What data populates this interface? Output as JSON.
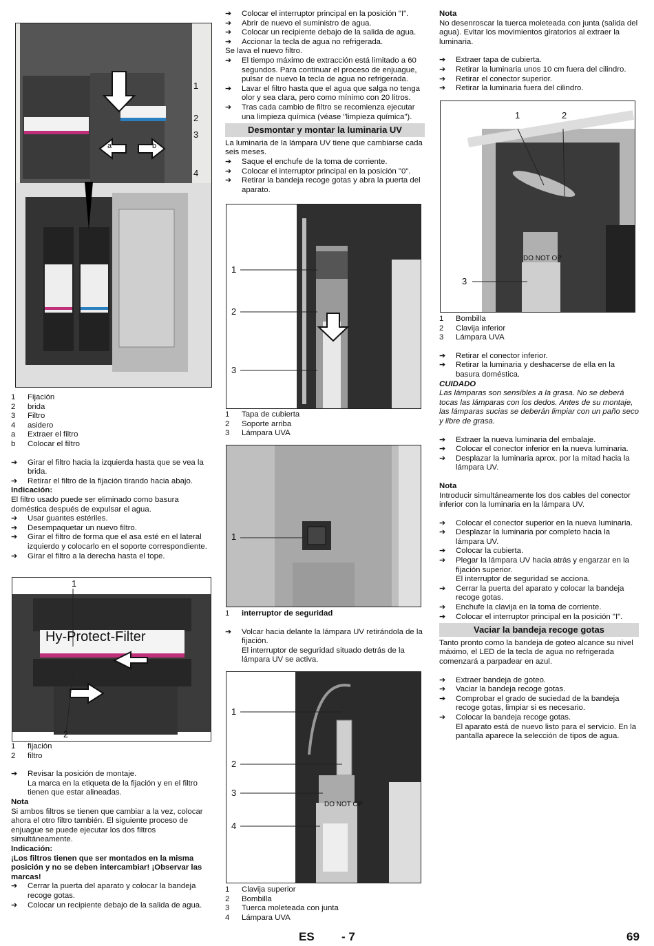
{
  "col1": {
    "fig1_labels": [
      "1",
      "2",
      "3",
      "4",
      "a",
      "b"
    ],
    "legend1": [
      {
        "n": "1",
        "t": "Fijación"
      },
      {
        "n": "2",
        "t": "brida"
      },
      {
        "n": "3",
        "t": "Filtro"
      },
      {
        "n": "4",
        "t": "asidero"
      },
      {
        "n": "a",
        "t": "Extraer el filtro"
      },
      {
        "n": "b",
        "t": "Colocar el filtro"
      }
    ],
    "steps1": [
      "Girar el filtro hacia la izquierda hasta que se vea la brida.",
      "Retirar el filtro de la fijación tirando hacia abajo."
    ],
    "indicacion_title": "Indicación:",
    "indicacion_text": "El filtro usado puede ser eliminado como basura doméstica después de expulsar el agua.",
    "steps2": [
      "Usar guantes estériles.",
      "Desempaquetar un nuevo filtro.",
      "Girar el filtro de forma que el asa esté en el lateral izquierdo y colocarlo en el soporte correspondiente.",
      "Girar el filtro a la derecha hasta el tope."
    ],
    "fig2_label_1": "1",
    "fig2_label_2": "2",
    "fig2_filter_text": "Hy-Protect-Filter",
    "legend2": [
      {
        "n": "1",
        "t": "fijación"
      },
      {
        "n": "2",
        "t": "filtro"
      }
    ],
    "step3": "Revisar la posición de montaje.",
    "step3_sub": "La marca en la etiqueta de la fijación y en el filtro tienen que estar alineadas.",
    "nota_title": "Nota",
    "nota_text": "Si ambos filtros se tienen que cambiar a la vez, colocar ahora el otro filtro también. El siguiente proceso de enjuague se puede ejecutar los dos filtros simultáneamente.",
    "indicacion2_title": "Indicación:",
    "indicacion2_text": "¡Los filtros tienen que ser montados en la misma posición y no se deben intercambiar! ¡Observar las marcas!",
    "steps4": [
      "Cerrar la puerta del aparato y colocar la bandeja recoge gotas.",
      "Colocar un recipiente debajo de la salida de agua."
    ]
  },
  "col2": {
    "steps1": [
      "Colocar el interruptor principal en la posición \"I\".",
      "Abrir de nuevo el suministro de agua.",
      "Colocar un recipiente debajo de la salida de agua.",
      "Accionar la tecla de agua no refrigerada."
    ],
    "lava": "Se lava el nuevo filtro.",
    "steps2": [
      "El tiempo máximo de extracción está limitado a 60 segundos. Para continuar el proceso de enjuague, pulsar de nuevo la tecla de agua no refrigerada.",
      "Lavar el filtro hasta que el agua que salga no tenga olor y sea clara, pero como mínimo con 20 litros.",
      "Tras cada cambio de filtro se recomienza ejecutar una limpieza química (véase \"limpieza química\")."
    ],
    "section_title": "Desmontar y montar la luminaria UV",
    "intro": "La luminaria de la lámpara UV tiene que cambiarse cada seis meses.",
    "steps3": [
      "Saque el enchufe de la toma de corriente.",
      "Colocar el interruptor principal en la posición \"0\".",
      "Retirar la bandeja recoge gotas y abra la puerta del aparato."
    ],
    "fig1_labels": [
      "1",
      "2",
      "3"
    ],
    "legend1": [
      {
        "n": "1",
        "t": "Tapa de cubierta"
      },
      {
        "n": "2",
        "t": "Soporte arriba"
      },
      {
        "n": "3",
        "t": "Lámpara UVA"
      }
    ],
    "fig2_labels": [
      "1"
    ],
    "legend2": [
      {
        "n": "1",
        "t": "interruptor de seguridad"
      }
    ],
    "step4": "Volcar hacia delante la lámpara UV retirándola de la fijación.",
    "step4_sub": "El interruptor de seguridad situado detrás de la lámpara UV se activa.",
    "fig3_labels": [
      "1",
      "2",
      "3",
      "4"
    ],
    "fig3_cap": "DO NOT OP",
    "legend3": [
      {
        "n": "1",
        "t": "Clavija superior"
      },
      {
        "n": "2",
        "t": "Bombilla"
      },
      {
        "n": "3",
        "t": "Tuerca moleteada con junta"
      },
      {
        "n": "4",
        "t": "Lámpara UVA"
      }
    ]
  },
  "col3": {
    "nota_title": "Nota",
    "nota_text": "No desenroscar la tuerca moleteada con junta (salida del agua). Evitar los movimientos giratorios al extraer la luminaria.",
    "steps1": [
      "Extraer tapa de cubierta.",
      "Retirar la luminaria unos 10 cm fuera del cilindro.",
      "Retirar el conector superior.",
      "Retirar la luminaria fuera del cilindro."
    ],
    "fig_labels": [
      "1",
      "2",
      "3"
    ],
    "fig_cap": "DO NOT OP",
    "legend": [
      {
        "n": "1",
        "t": "Bombilla"
      },
      {
        "n": "2",
        "t": "Clavija inferior"
      },
      {
        "n": "3",
        "t": "Lámpara UVA"
      }
    ],
    "steps2": [
      "Retirar el conector inferior.",
      "Retirar la luminaria y deshacerse de ella en la basura doméstica."
    ],
    "cuidado_title": "CUIDADO",
    "cuidado_text": "Las lámparas son sensibles a la grasa. No se deberá tocas las lámparas con los dedos. Antes de su montaje, las lámparas sucias se deberán limpiar con un paño seco y libre de grasa.",
    "steps3": [
      "Extraer la nueva luminaria del embalaje.",
      "Colocar el conector inferior en la nueva luminaria.",
      "Desplazar la luminaria aprox. por la mitad hacia la lámpara UV."
    ],
    "nota2_title": "Nota",
    "nota2_text": "Introducir simultáneamente los dos cables del conector inferior con la luminaria en la lámpara UV.",
    "steps4": [
      "Colocar el conector superior en la nueva luminaria.",
      "Desplazar la luminaria por completo hacia la lámpara UV.",
      "Colocar la cubierta.",
      "Plegar la lámpara UV hacia atrás y engarzar en la fijación superior."
    ],
    "step4_sub": "El interruptor de seguridad se acciona.",
    "steps5": [
      "Cerrar la puerta del aparato y colocar la bandeja recoge gotas.",
      "Enchufe la clavija en la toma de corriente.",
      "Colocar el interruptor principal en la posición \"I\"."
    ],
    "section_title": "Vaciar la bandeja recoge gotas",
    "intro": "Tanto pronto como la bandeja de goteo alcance su nivel máximo, el LED de la tecla de agua no refrigerada comenzará a parpadear en azul.",
    "steps6": [
      "Extraer bandeja de goteo.",
      "Vaciar la bandeja recoge gotas.",
      "Comprobar el grado de suciedad de la bandeja recoge gotas, limpiar si es necesario.",
      "Colocar la bandeja recoge gotas."
    ],
    "step6_sub": "El aparato está de nuevo listo para el servicio. En la pantalla aparece la selección de tipos de agua."
  },
  "footer": {
    "lang": "ES",
    "page_dash": "- 7",
    "page_num": "69"
  }
}
